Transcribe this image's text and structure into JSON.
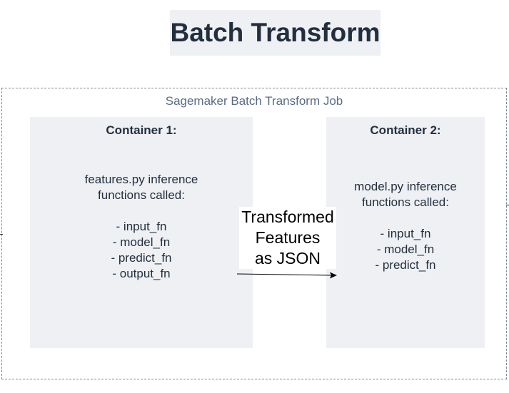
{
  "title": "Batch Transform",
  "job": {
    "label": "Sagemaker Batch Transform Job"
  },
  "container1": {
    "title": "Container 1:",
    "description_line1": "features.py inference",
    "description_line2": "functions called:",
    "functions": [
      "- input_fn",
      "- model_fn",
      "- predict_fn",
      "- output_fn"
    ]
  },
  "container2": {
    "title": "Container 2:",
    "description_line1": "model.py inference",
    "description_line2": "functions called:",
    "functions": [
      "- input_fn",
      "- model_fn",
      "- predict_fn"
    ]
  },
  "arrow": {
    "label_line1": "Transformed",
    "label_line2": "Features",
    "label_line3": "as JSON"
  },
  "colors": {
    "box_fill": "#eef0f4",
    "title_text": "#232f3e",
    "job_label_text": "#5a6b86",
    "group_border": "#7d8998"
  }
}
